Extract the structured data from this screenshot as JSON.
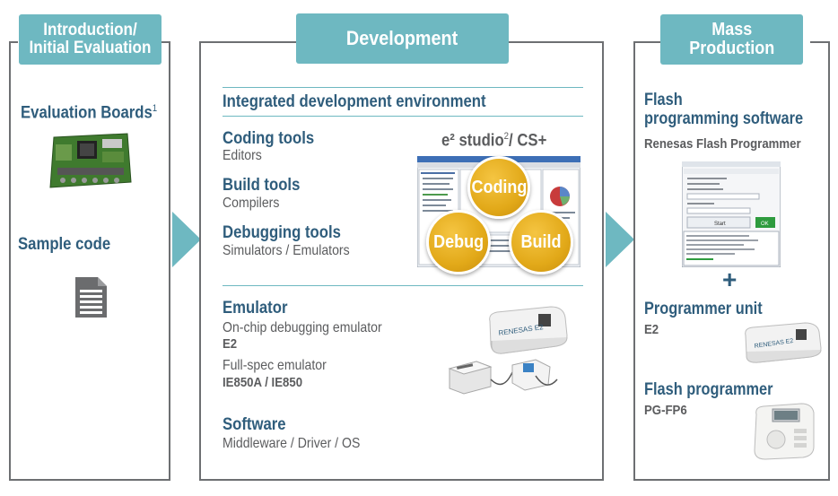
{
  "columns": {
    "intro": {
      "tab_line1": "Introduction/",
      "tab_line2": "Initial Evaluation",
      "eval_boards": "Evaluation Boards",
      "eval_boards_note": "1",
      "sample_code": "Sample code"
    },
    "dev": {
      "tab": "Development",
      "ide_heading": "Integrated development environment",
      "coding_title": "Coding tools",
      "coding_sub": "Editors",
      "build_title": "Build tools",
      "build_sub": "Compilers",
      "debug_title": "Debugging tools",
      "debug_sub": "Simulators / Emulators",
      "ide_brand_a": "e² studio",
      "ide_brand_note": "2",
      "ide_brand_b": "/ CS+",
      "circle_coding": "Coding",
      "circle_debug": "Debug",
      "circle_build": "Build",
      "emulator_title": "Emulator",
      "onchip_label": "On-chip debugging emulator",
      "onchip_model": "E2",
      "fullspec_label": "Full-spec emulator",
      "fullspec_model": "IE850A / IE850",
      "software_title": "Software",
      "software_sub": "Middleware / Driver / OS",
      "e2_device_label": "RENESAS E2"
    },
    "mass": {
      "tab_line1": "Mass",
      "tab_line2": "Production",
      "flash_sw_line1": "Flash",
      "flash_sw_line2": "programming software",
      "flash_sw_product": "Renesas Flash Programmer",
      "plus": "+",
      "prog_unit_title": "Programmer unit",
      "prog_unit_model": "E2",
      "flash_prog_title": "Flash programmer",
      "flash_prog_model": "PG-FP6",
      "rfp_button": "Start",
      "rfp_ok": "OK",
      "e2_device_label": "RENESAS E2"
    }
  },
  "colors": {
    "accent": "#6eb8c1",
    "heading": "#2f5d7c",
    "text": "#5b5c5e",
    "frame": "#6d6f72",
    "circle": "#e2a919"
  }
}
